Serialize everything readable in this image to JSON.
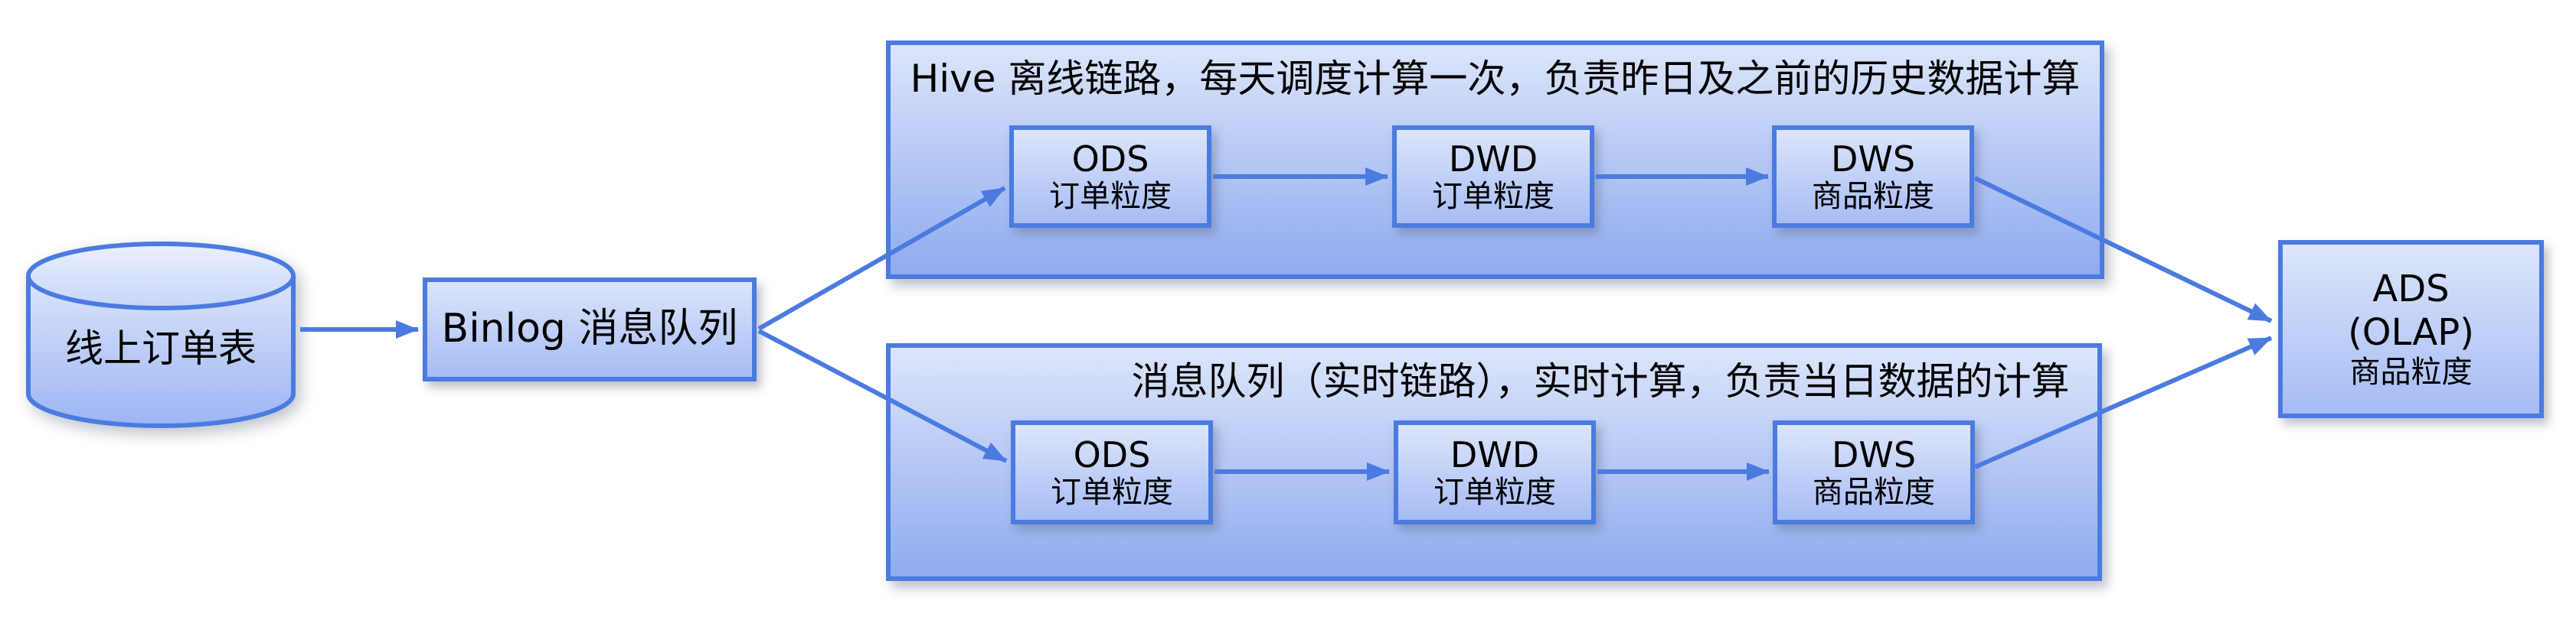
{
  "diagram": {
    "source": {
      "label": "线上订单表"
    },
    "binlog": {
      "label": "Binlog 消息队列"
    },
    "offline": {
      "title": "Hive 离线链路，每天调度计算一次，负责昨日及之前的历史数据计算",
      "nodes": [
        {
          "name": "ODS",
          "sub": "订单粒度"
        },
        {
          "name": "DWD",
          "sub": "订单粒度"
        },
        {
          "name": "DWS",
          "sub": "商品粒度"
        }
      ]
    },
    "realtime": {
      "title": "消息队列（实时链路），实时计算，负责当日数据的计算",
      "nodes": [
        {
          "name": "ODS",
          "sub": "订单粒度"
        },
        {
          "name": "DWD",
          "sub": "订单粒度"
        },
        {
          "name": "DWS",
          "sub": "商品粒度"
        }
      ]
    },
    "ads": {
      "line1": "ADS",
      "line2": "(OLAP)",
      "sub": "商品粒度"
    },
    "colors": {
      "border": "#4b7be0",
      "arrow": "#4b7be0",
      "fill_light": "#dce5fa",
      "fill_dark": "#8fabef",
      "box_fill_dark": "#a6bcf4",
      "cyl_top_light": "#eaf0fd",
      "cyl_top_dark": "#c7d5f8",
      "text": "#000000",
      "background": "#ffffff"
    }
  }
}
